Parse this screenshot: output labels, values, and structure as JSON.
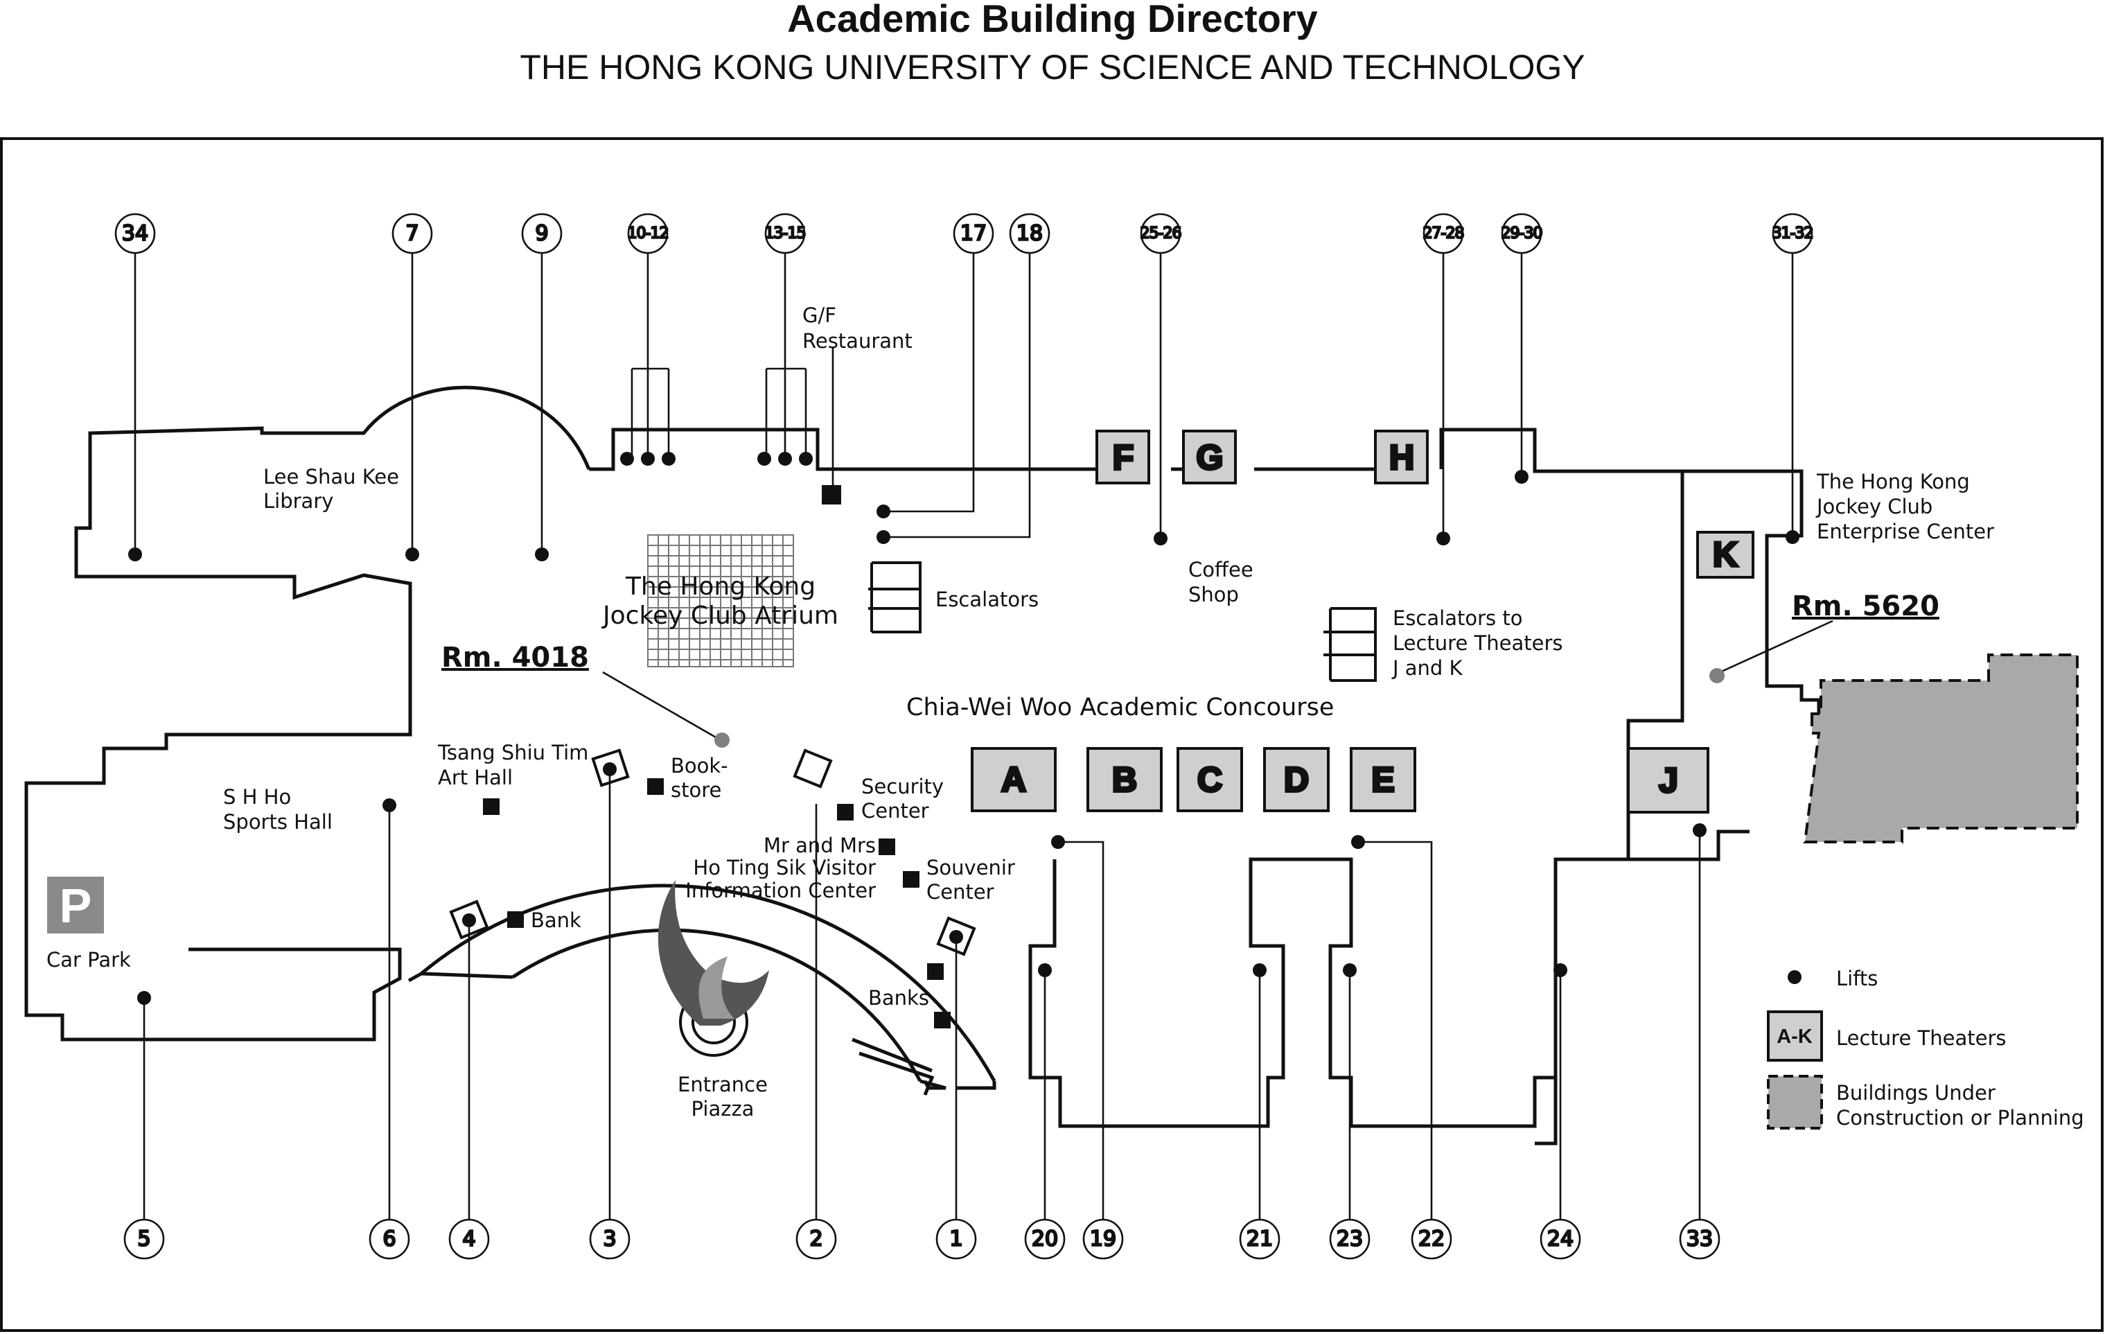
{
  "header": {
    "title": "Academic Building Directory",
    "subtitle": "THE HONG KONG UNIVERSITY OF SCIENCE AND TECHNOLOGY"
  },
  "top_markers": [
    {
      "id": "m34",
      "label": "34"
    },
    {
      "id": "m7",
      "label": "7"
    },
    {
      "id": "m9",
      "label": "9"
    },
    {
      "id": "m10-12",
      "label": "10-12"
    },
    {
      "id": "m13-15",
      "label": "13-15"
    },
    {
      "id": "m17",
      "label": "17"
    },
    {
      "id": "m18",
      "label": "18"
    },
    {
      "id": "m25-26",
      "label": "25-26"
    },
    {
      "id": "m27-28",
      "label": "27-28"
    },
    {
      "id": "m29-30",
      "label": "29-30"
    },
    {
      "id": "m31-32",
      "label": "31-32"
    }
  ],
  "bottom_markers": [
    {
      "id": "m5",
      "label": "5"
    },
    {
      "id": "m6",
      "label": "6"
    },
    {
      "id": "m4",
      "label": "4"
    },
    {
      "id": "m3",
      "label": "3"
    },
    {
      "id": "m2",
      "label": "2"
    },
    {
      "id": "m1",
      "label": "1"
    },
    {
      "id": "m20",
      "label": "20"
    },
    {
      "id": "m19",
      "label": "19"
    },
    {
      "id": "m21",
      "label": "21"
    },
    {
      "id": "m23",
      "label": "23"
    },
    {
      "id": "m22",
      "label": "22"
    },
    {
      "id": "m24",
      "label": "24"
    },
    {
      "id": "m33",
      "label": "33"
    }
  ],
  "lecture_theaters": [
    "A",
    "B",
    "C",
    "D",
    "E",
    "F",
    "G",
    "H",
    "J",
    "K"
  ],
  "places": {
    "library": [
      "Lee Shau Kee",
      "Library"
    ],
    "gf_restaurant": [
      "G/F",
      "Restaurant"
    ],
    "atrium": [
      "The Hong Kong",
      "Jockey Club Atrium"
    ],
    "escalators": "Escalators",
    "coffee_shop": [
      "Coffee",
      "Shop"
    ],
    "escalators_lt": [
      "Escalators to",
      "Lecture Theaters",
      "J and K"
    ],
    "enterprise_center": [
      "The Hong Kong",
      "Jockey Club",
      "Enterprise Center"
    ],
    "concourse": "Chia-Wei Woo Academic Concourse",
    "art_hall": [
      "Tsang Shiu Tim",
      "Art Hall"
    ],
    "bookstore": [
      "Book-",
      "store"
    ],
    "security": [
      "Security",
      "Center"
    ],
    "sports_hall": [
      "S H Ho",
      "Sports Hall"
    ],
    "visitor_center": [
      "Mr and Mrs",
      "Ho Ting Sik Visitor",
      "Information Center"
    ],
    "souvenir": [
      "Souvenir",
      "Center"
    ],
    "bank": "Bank",
    "banks": "Banks",
    "car_park_letter": "P",
    "car_park": "Car Park",
    "entrance": [
      "Entrance",
      "Piazza"
    ]
  },
  "rooms": {
    "rm4018": "Rm. 4018",
    "rm5620": "Rm. 5620"
  },
  "legend": {
    "lifts": "Lifts",
    "lt_symbol": "A-K",
    "lecture_theaters": "Lecture Theaters",
    "construction": [
      "Buildings Under",
      "Construction or Planning"
    ]
  },
  "colors": {
    "ink": "#111111",
    "lt_fill": "#cfcfcf",
    "construction_fill": "#a9a9a9",
    "highlight_dot": "#808080"
  }
}
